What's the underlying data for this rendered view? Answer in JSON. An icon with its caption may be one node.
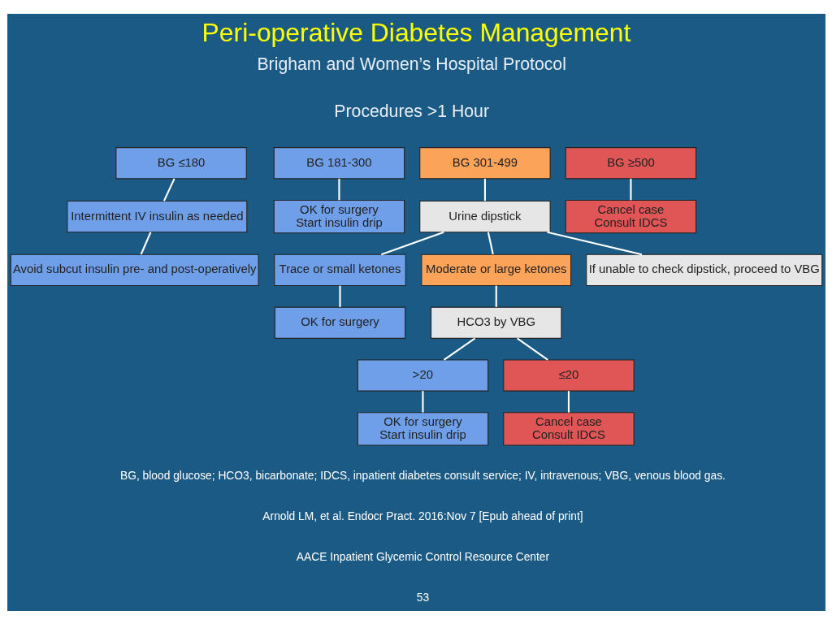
{
  "diagram": {
    "title": "Peri-operative Diabetes Management",
    "nodes": [
      {
        "text": [
          "BG ≤180"
        ]
      },
      {
        "text": [
          "BG 181-300"
        ]
      },
      {
        "text": [
          "BG 301-499"
        ]
      },
      {
        "text": [
          "BG ≥500"
        ]
      },
      {
        "text": [
          "Intermittent IV insulin as needed"
        ]
      },
      {
        "text": [
          "OK for surgery",
          "Start insulin drip"
        ]
      },
      {
        "text": [
          "Urine dipstick"
        ]
      },
      {
        "text": [
          "Cancel case",
          "Consult IDCS"
        ]
      },
      {
        "text": [
          "Avoid subcut insulin pre- and post-operatively"
        ]
      },
      {
        "text": [
          "Trace or small ketones"
        ]
      },
      {
        "text": [
          "Moderate or large ketones"
        ]
      },
      {
        "text": [
          "If unable to check dipstick, proceed to VBG"
        ]
      },
      {
        "text": [
          "OK for surgery"
        ]
      },
      {
        "text": [
          "HCO3 by VBG"
        ]
      },
      {
        "text": [
          ">20"
        ]
      },
      {
        "text": [
          "≤20"
        ]
      },
      {
        "text": [
          "OK for surgery",
          "Start insulin drip"
        ]
      },
      {
        "text": [
          "Cancel case",
          "Consult IDCS"
        ]
      }
    ],
    "edges": [
      {
        "from": 0,
        "to": 4,
        "arrow": "none"
      },
      {
        "from": 4,
        "to": 8,
        "arrow": "none"
      },
      {
        "from": 1,
        "to": 5,
        "arrow": "none"
      },
      {
        "from": 2,
        "to": 6,
        "arrow": "none"
      },
      {
        "from": 6,
        "to": 9,
        "arrow": "none"
      },
      {
        "from": 6,
        "to": 10,
        "arrow": "none"
      },
      {
        "from": 6,
        "to": 11,
        "arrow": "none"
      },
      {
        "from": 3,
        "to": 7,
        "arrow": "none"
      },
      {
        "from": 9,
        "to": 12,
        "arrow": "none"
      },
      {
        "from": 10,
        "to": 13,
        "arrow": "none"
      },
      {
        "from": 13,
        "to": 14,
        "arrow": "none"
      },
      {
        "from": 13,
        "to": 15,
        "arrow": "none"
      },
      {
        "from": 14,
        "to": 16,
        "arrow": "none"
      },
      {
        "from": 15,
        "to": 17,
        "arrow": "none"
      }
    ],
    "labels": [
      "Brigham and Women’s Hospital Protocol",
      "Procedures >1 Hour",
      "BG, blood glucose; HCO3, bicarbonate; IDCS, inpatient diabetes consult service; IV, intravenous; VBG, venous blood gas.",
      "Arnold LM, et al. Endocr Pract. 2016:Nov 7 [Epub ahead of print]",
      "AACE Inpatient Glycemic Control Resource Center",
      "53"
    ]
  }
}
